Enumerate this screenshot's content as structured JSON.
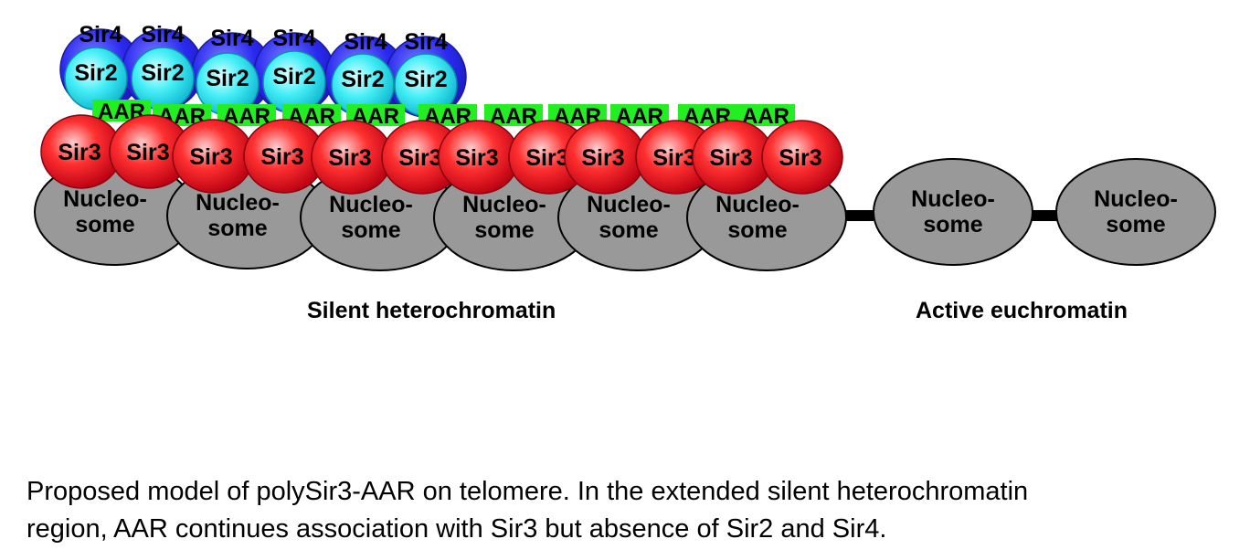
{
  "nucleosome_label": [
    "Nucleo-",
    "some"
  ],
  "sir3_label": "Sir3",
  "sir2_label": "Sir2",
  "sir4_label": "Sir4",
  "aar_label": "AAR",
  "regions": {
    "silent": "Silent heterochromatin",
    "active": "Active euchromatin"
  },
  "caption": [
    "Proposed model of polySir3-AAR on telomere. In the extended silent heterochromatin",
    "region, AAR continues association with Sir3 but absence of Sir2 and Sir4."
  ],
  "colors": {
    "nucleosome": "#999999",
    "sir3": "#e8001a",
    "sir2": "#33e6f0",
    "sir4": "#2424e8",
    "aar": "#22ee22",
    "linker": "#000000"
  }
}
